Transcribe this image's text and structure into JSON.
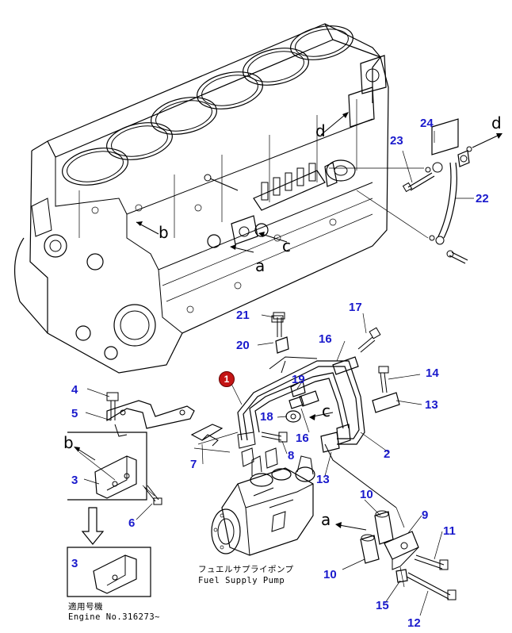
{
  "diagram": {
    "highlight_part": "1",
    "callouts": [
      "2",
      "3",
      "4",
      "5",
      "6",
      "7",
      "8",
      "9",
      "10",
      "11",
      "12",
      "13",
      "14",
      "15",
      "16",
      "17",
      "18",
      "19",
      "20",
      "21",
      "22",
      "23",
      "24"
    ],
    "callout_3_inset": "3",
    "callout_10_lower": "10",
    "callout_13_lower": "13",
    "callout_16_lower": "16",
    "connection_marks": {
      "a": "a",
      "b": "b",
      "c": "c",
      "d": "d",
      "a_lower": "a",
      "b_lower": "b",
      "c_lower": "c",
      "d_lower": "d"
    },
    "pump_caption_jp": "フュエルサプライポンプ",
    "pump_caption_en": "Fuel Supply Pump",
    "applicable_label_jp": "適用号機",
    "engine_number": "Engine No.316273~"
  }
}
